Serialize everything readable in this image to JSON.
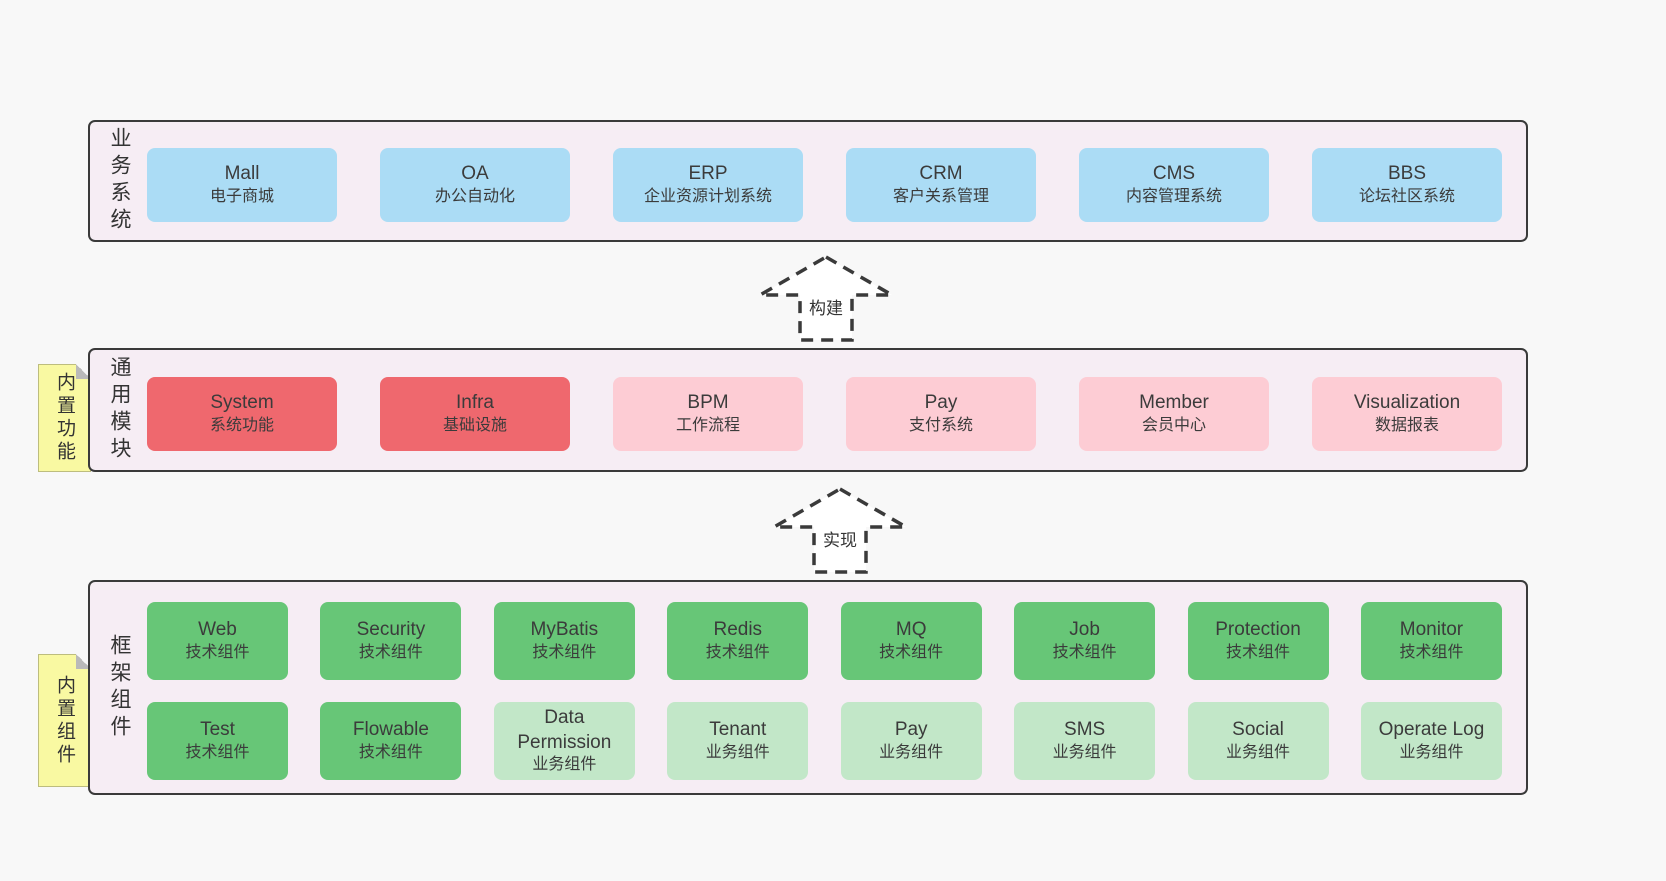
{
  "colors": {
    "page_bg": "#f8f8f8",
    "band_bg": "#f6edf4",
    "band_border": "#3a3a3a",
    "blue_box": "#abdcf5",
    "red_box": "#ef686e",
    "pink_box": "#fdccd4",
    "green_dark_box": "#67c677",
    "green_light_box": "#c2e7c8",
    "sticky_yellow": "#f9f9a2",
    "text": "#3b3b3b"
  },
  "arrows": [
    {
      "label": "构建"
    },
    {
      "label": "实现"
    }
  ],
  "bands": [
    {
      "label": "业务系统",
      "rows": [
        [
          {
            "name": "Mall",
            "desc": "电子商城"
          },
          {
            "name": "OA",
            "desc": "办公自动化"
          },
          {
            "name": "ERP",
            "desc": "企业资源计划系统"
          },
          {
            "name": "CRM",
            "desc": "客户关系管理"
          },
          {
            "name": "CMS",
            "desc": "内容管理系统"
          },
          {
            "name": "BBS",
            "desc": "论坛社区系统"
          }
        ]
      ]
    },
    {
      "label": "通用模块",
      "sticky": "内置功能",
      "rows": [
        [
          {
            "name": "System",
            "desc": "系统功能"
          },
          {
            "name": "Infra",
            "desc": "基础设施"
          },
          {
            "name": "BPM",
            "desc": "工作流程"
          },
          {
            "name": "Pay",
            "desc": "支付系统"
          },
          {
            "name": "Member",
            "desc": "会员中心"
          },
          {
            "name": "Visualization",
            "desc": "数据报表"
          }
        ]
      ]
    },
    {
      "label": "框架组件",
      "sticky": "内置组件",
      "rows": [
        [
          {
            "name": "Web",
            "desc": "技术组件"
          },
          {
            "name": "Security",
            "desc": "技术组件"
          },
          {
            "name": "MyBatis",
            "desc": "技术组件"
          },
          {
            "name": "Redis",
            "desc": "技术组件"
          },
          {
            "name": "MQ",
            "desc": "技术组件"
          },
          {
            "name": "Job",
            "desc": "技术组件"
          },
          {
            "name": "Protection",
            "desc": "技术组件"
          },
          {
            "name": "Monitor",
            "desc": "技术组件"
          }
        ],
        [
          {
            "name": "Test",
            "desc": "技术组件"
          },
          {
            "name": "Flowable",
            "desc": "技术组件"
          },
          {
            "name": "Data Permission",
            "desc": "业务组件"
          },
          {
            "name": "Tenant",
            "desc": "业务组件"
          },
          {
            "name": "Pay",
            "desc": "业务组件"
          },
          {
            "name": "SMS",
            "desc": "业务组件"
          },
          {
            "name": "Social",
            "desc": "业务组件"
          },
          {
            "name": "Operate Log",
            "desc": "业务组件"
          }
        ]
      ]
    }
  ]
}
